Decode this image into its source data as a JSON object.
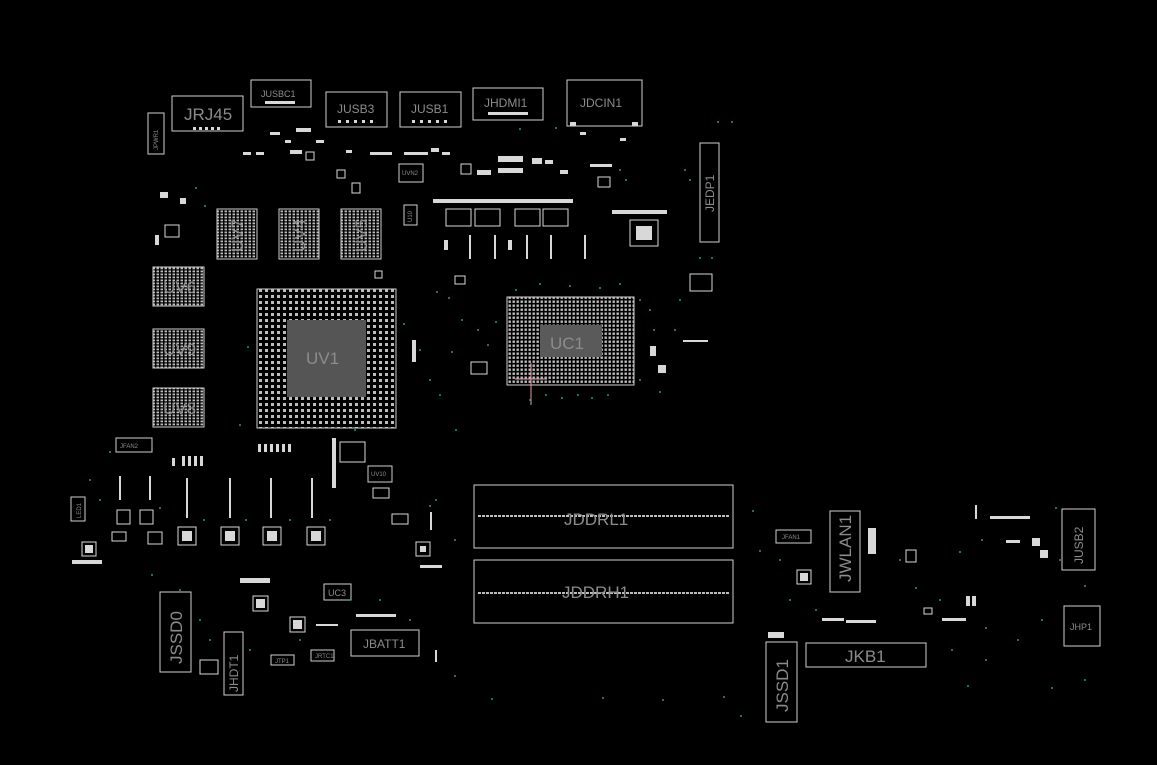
{
  "components": {
    "JRJ45": "JRJ45",
    "JUSBC1": "JUSBC1",
    "JUSB3": "JUSB3",
    "JUSB1": "JUSB1",
    "JHDMI1": "JHDMI1",
    "JDCIN1": "JDCIN1",
    "JPWR1": "JPWR1",
    "JEDP1": "JEDP1",
    "UV7": "UV7",
    "UV4": "UV4",
    "UV5": "UV5",
    "UV6": "UV6",
    "UV9": "UV9",
    "UV8": "UV8",
    "UV1": "UV1",
    "UC1": "UC1",
    "JFAN2": "JFAN2",
    "JDDRL1": "JDDRL1",
    "JDDRH1": "JDDRH1",
    "JFAN1": "JFAN1",
    "JWLAN1": "JWLAN1",
    "JUSB2": "JUSB2",
    "JHP1": "JHP1",
    "JKB1": "JKB1",
    "JSSD1": "JSSD1",
    "JSSD0": "JSSD0",
    "JHDT1": "JHDT1",
    "UC3": "UC3",
    "JBATT1": "JBATT1",
    "JTP1": "JTP1",
    "JRTC1": "JRTC1",
    "UVN2": "UVN2",
    "UV10": "UV10",
    "U10": "U10",
    "LED1": "LED1"
  },
  "colors": {
    "background": "#000000",
    "outline": "#cfcfcf",
    "label": "#8c8c8c",
    "via": "#1f9a8a"
  }
}
